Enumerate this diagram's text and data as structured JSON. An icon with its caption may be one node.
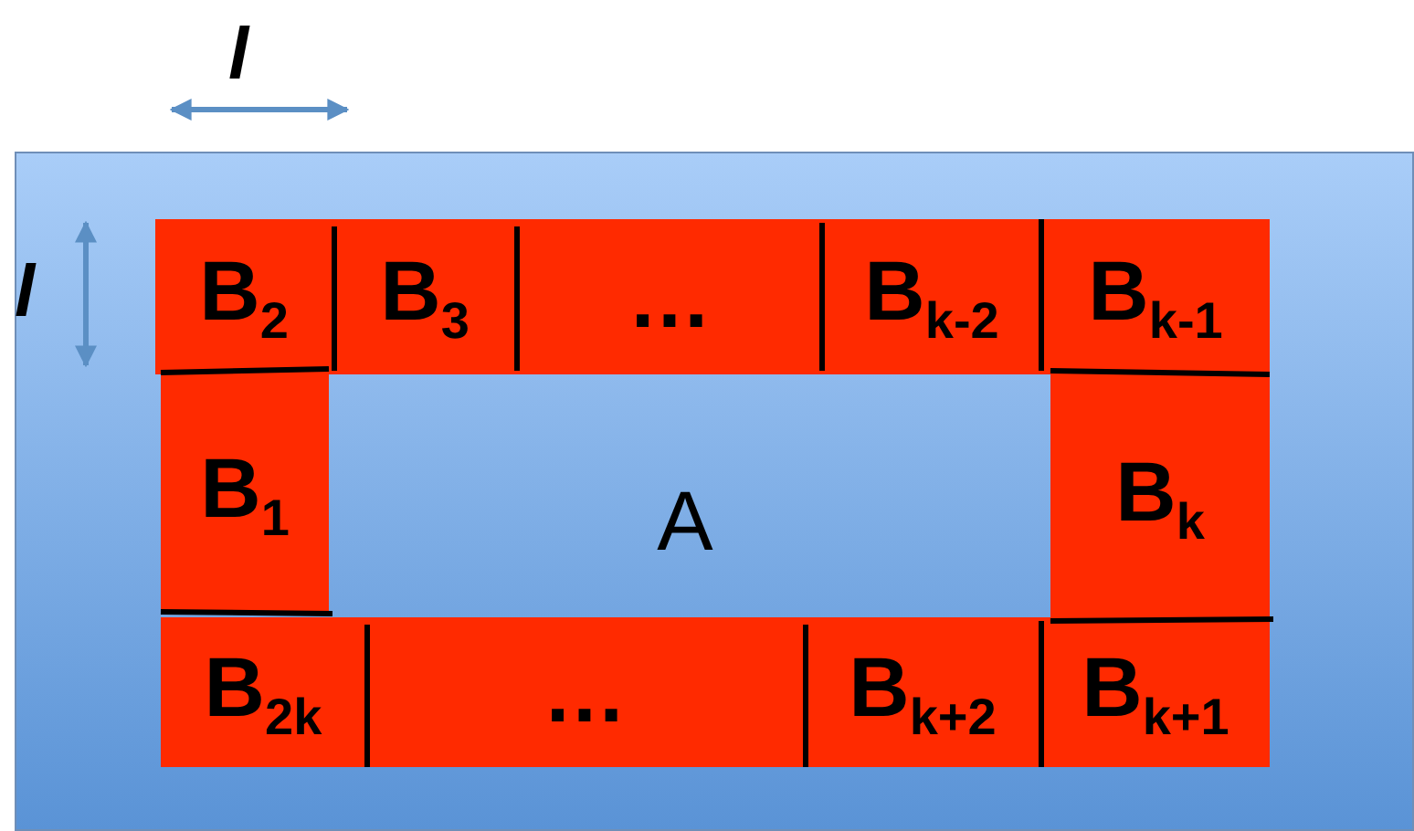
{
  "diagram": {
    "nodes": [
      {
        "text": [
          "B$_{2}$"
        ]
      },
      {
        "text": [
          "B$_{3}$"
        ]
      },
      {
        "text": [
          "…"
        ]
      },
      {
        "text": [
          "B$_{k-2}$"
        ]
      },
      {
        "text": [
          "B$_{k-1}$"
        ]
      },
      {
        "text": [
          "B$_{1}$"
        ]
      },
      {
        "text": [
          "A"
        ]
      },
      {
        "text": [
          "B$_{k}$"
        ]
      },
      {
        "text": [
          "B$_{2k}$"
        ]
      },
      {
        "text": [
          "…"
        ]
      },
      {
        "text": [
          "B$_{k+2}$"
        ]
      },
      {
        "text": [
          "B$_{k+1}$"
        ]
      }
    ],
    "edges": [],
    "labels": [
      "l",
      "l"
    ]
  }
}
